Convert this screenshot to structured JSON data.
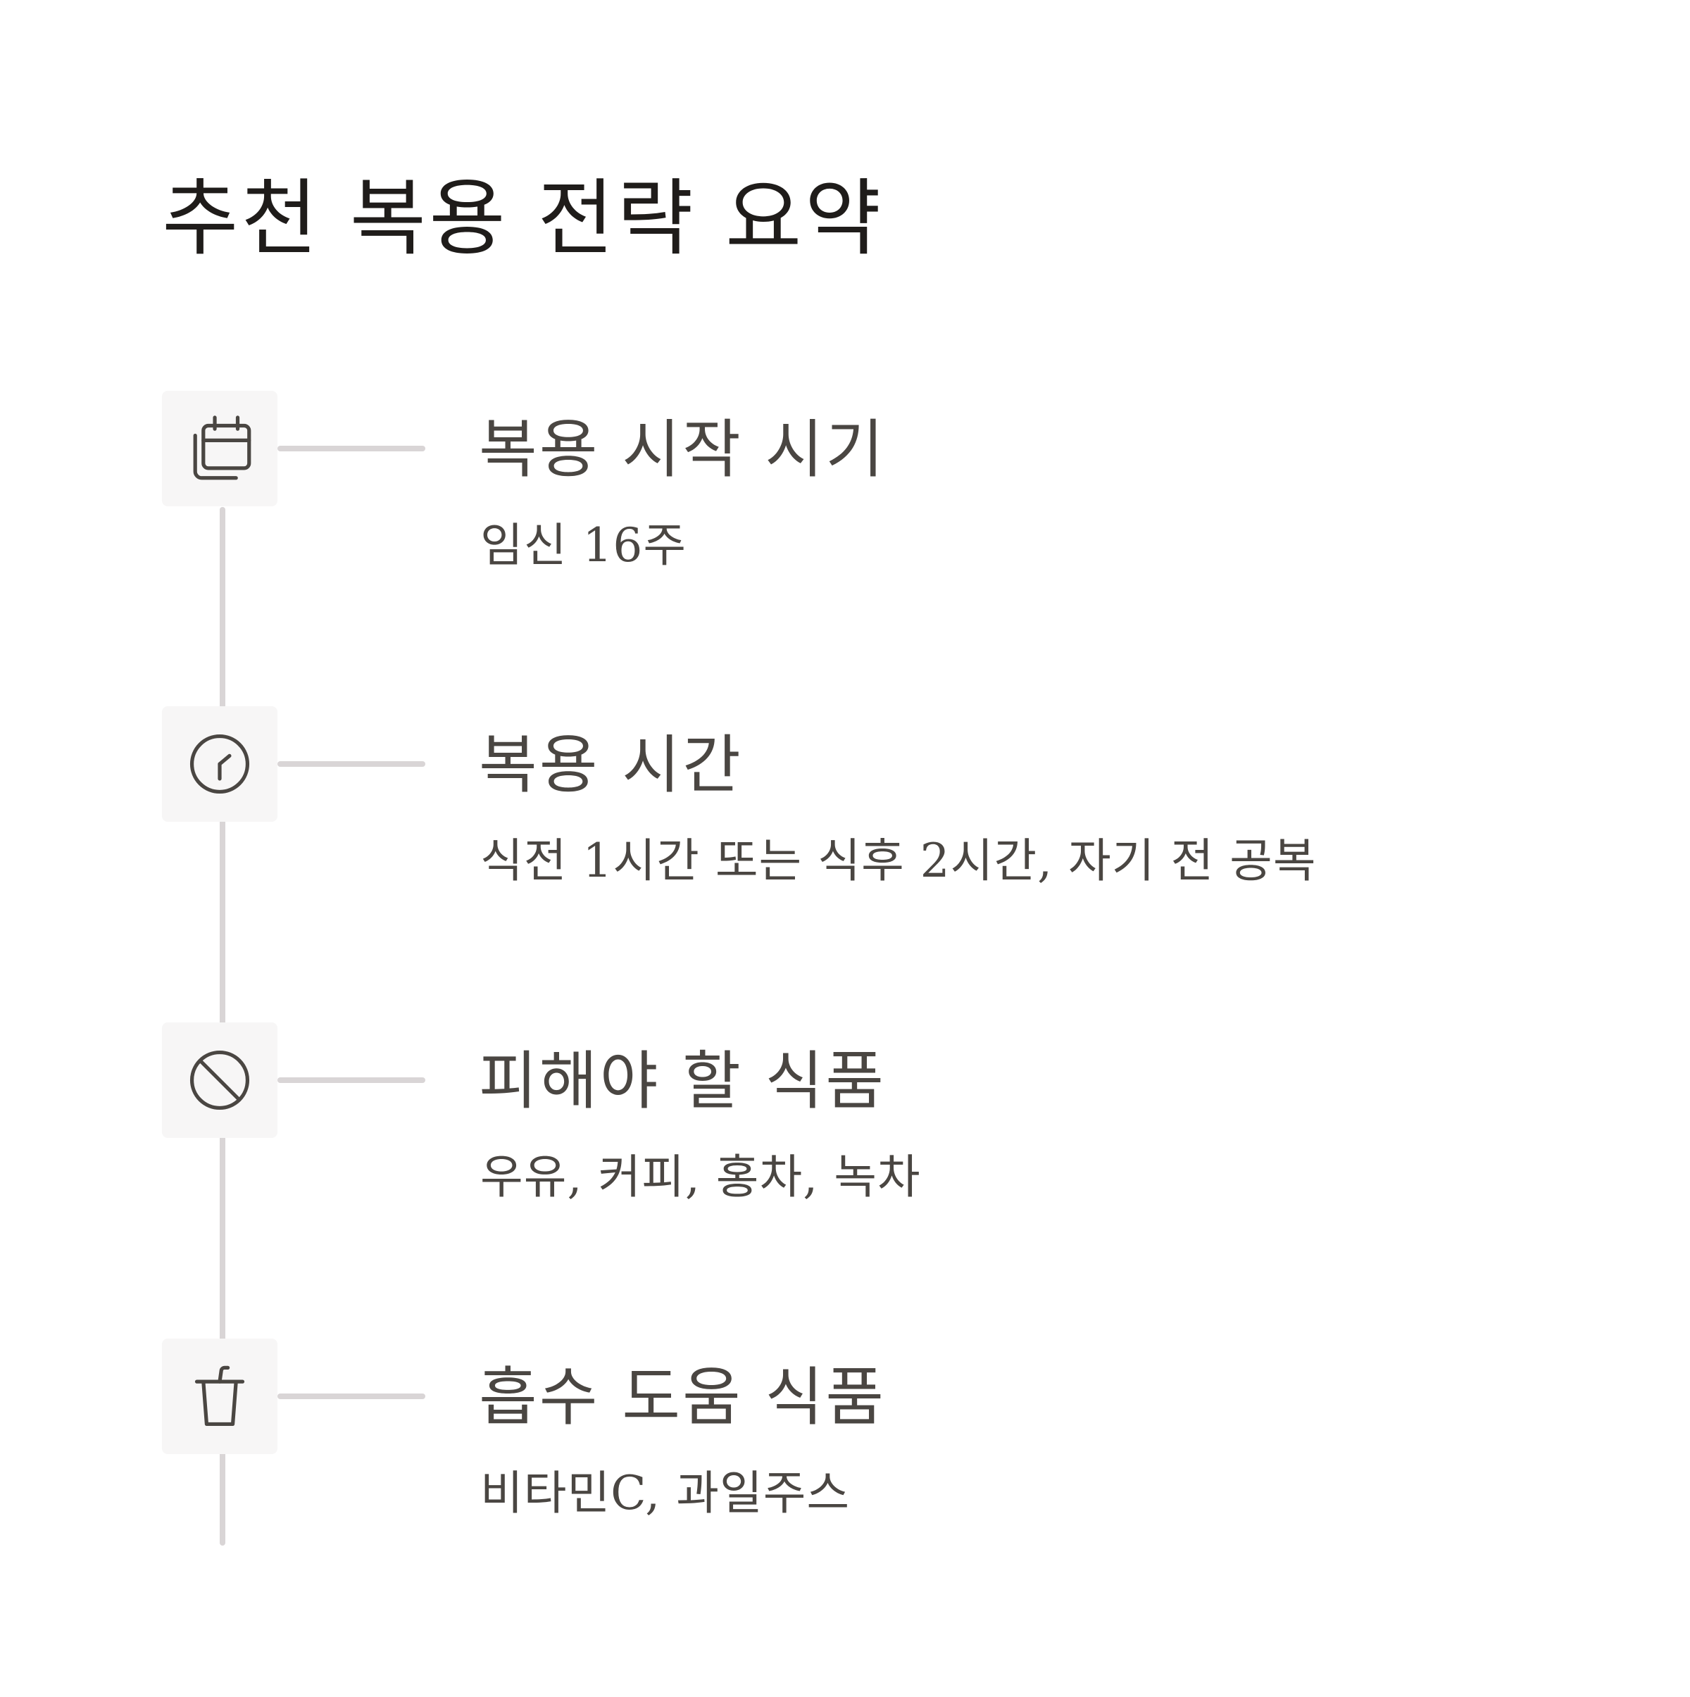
{
  "title": "추천 복용 전략 요약",
  "colors": {
    "title": "#1f1c1a",
    "text": "#4a4642",
    "line": "#d9d5d6",
    "icon_bg": "#f7f6f6"
  },
  "steps": [
    {
      "icon": "calendar-icon",
      "title": "복용 시작 시기",
      "detail": "임신 16주"
    },
    {
      "icon": "clock-icon",
      "title": "복용 시간",
      "detail": "식전 1시간 또는 식후 2시간, 자기 전 공복"
    },
    {
      "icon": "prohibited-icon",
      "title": "피해야 할 식품",
      "detail": "우유, 커피, 홍차, 녹차"
    },
    {
      "icon": "cup-icon",
      "title": "흡수 도움 식품",
      "detail": "비타민C, 과일주스"
    }
  ]
}
